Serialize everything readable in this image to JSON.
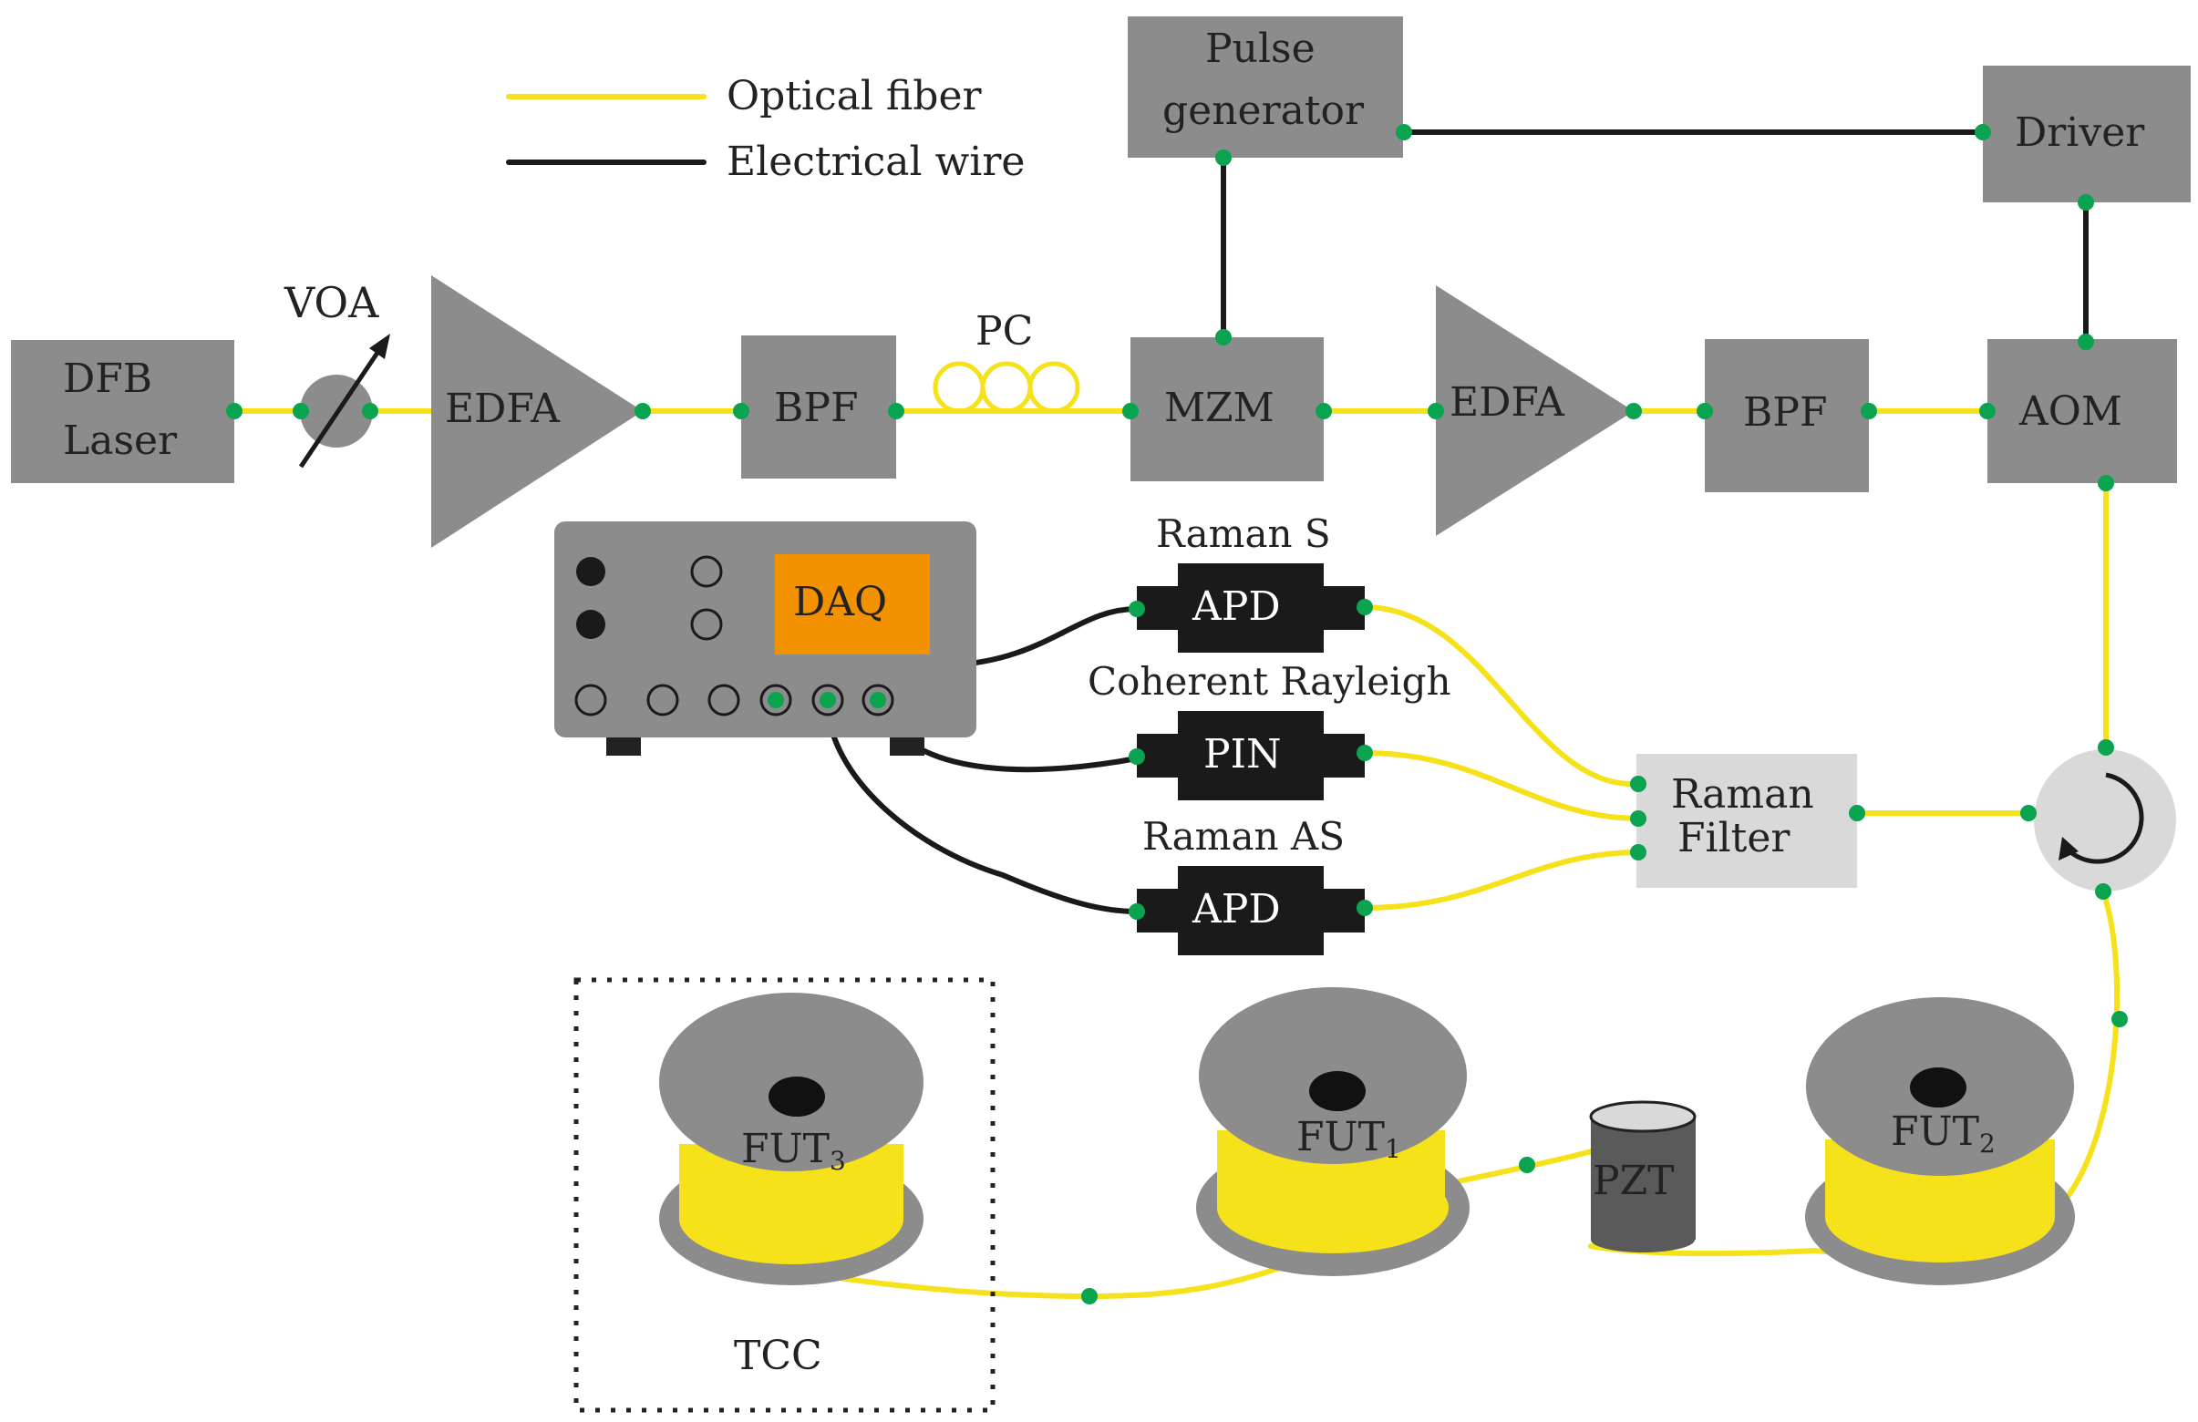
{
  "legend": {
    "optical_fiber": "Optical fiber",
    "electrical_wire": "Electrical wire"
  },
  "components": {
    "dfb_laser_line1": "DFB",
    "dfb_laser_line2": "Laser",
    "voa": "VOA",
    "edfa1": "EDFA",
    "bpf1": "BPF",
    "pc": "PC",
    "mzm": "MZM",
    "edfa2": "EDFA",
    "bpf2": "BPF",
    "aom": "AOM",
    "pulse_generator_line1": "Pulse",
    "pulse_generator_line2": "generator",
    "driver": "Driver",
    "daq": "DAQ",
    "raman_s_label": "Raman S",
    "apd1": "APD",
    "coherent_rayleigh_label": "Coherent Rayleigh",
    "pin": "PIN",
    "raman_as_label": "Raman AS",
    "apd2": "APD",
    "raman_filter_line1": "Raman",
    "raman_filter_line2": "Filter",
    "fut3": "FUT",
    "fut3_sub": "3",
    "fut1": "FUT",
    "fut1_sub": "1",
    "fut2": "FUT",
    "fut2_sub": "2",
    "pzt": "PZT",
    "tcc": "TCC"
  },
  "colors": {
    "fiber": "#f5e21a",
    "wire": "#1a1a1a",
    "component": "#8c8c8c",
    "connector": "#0aa34f",
    "daq": "#f39200",
    "detector": "#1a1a1a",
    "raman_filter": "#d9d9d9"
  }
}
